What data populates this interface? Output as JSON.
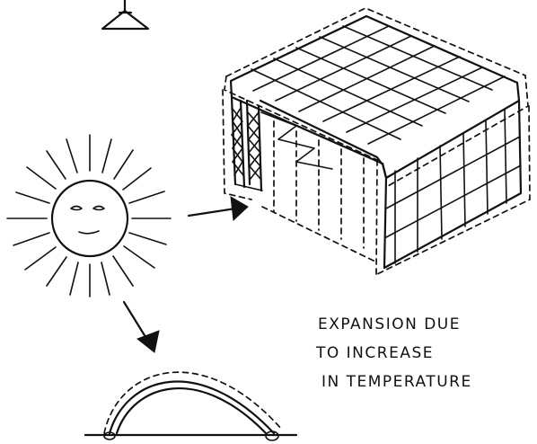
{
  "caption": {
    "line1": "EXPANSION DUE",
    "line2": "TO INCREASE",
    "line3": "IN TEMPERATURE"
  },
  "colors": {
    "ink": "#111111",
    "paper": "#ffffff"
  },
  "icons": {
    "sun": "sun-icon",
    "lamp": "lamp-icon"
  }
}
